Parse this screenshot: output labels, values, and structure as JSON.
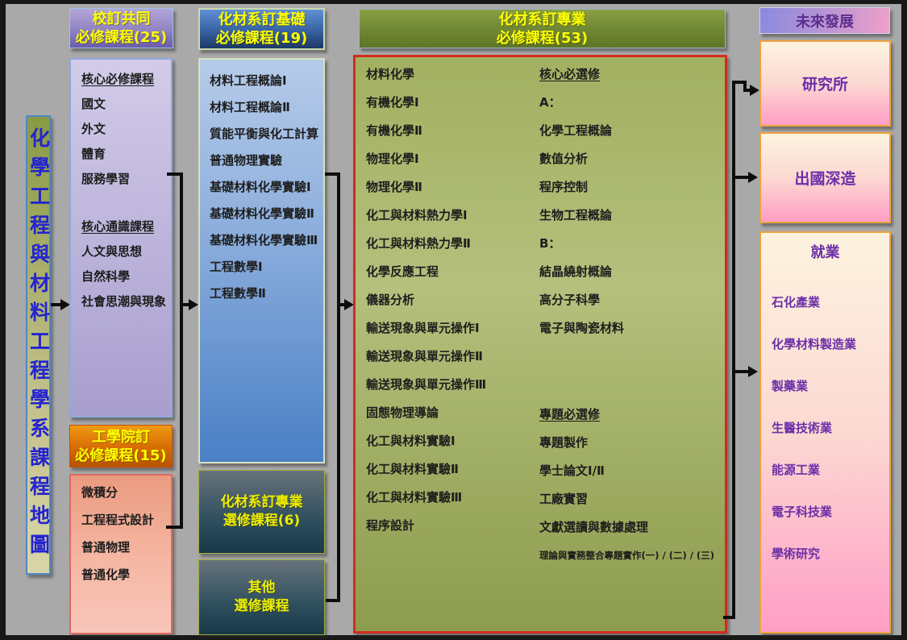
{
  "colors": {
    "background": "#a9a9a9",
    "frame": "#181818",
    "connector": "#0d0d0d",
    "professional_box_border_red": "#d42a20",
    "header_yellow_text": "#ffff00",
    "course_text": "#1d1d1d",
    "future_header_text": "#5b2d8e",
    "pink_box_text": "#6b2fa8",
    "vertical_title_text": "#2424d0"
  },
  "title_bar": {
    "text": "化學工程與材料工程學系課程地圖"
  },
  "col_common": {
    "header": {
      "line1": "校訂共同",
      "line2": "必修課程(25)"
    },
    "items": [
      {
        "t": "核心必修課程",
        "u": true
      },
      {
        "t": "國文"
      },
      {
        "t": "外文"
      },
      {
        "t": "體育"
      },
      {
        "t": "服務學習"
      },
      {
        "t": "核心通識課程",
        "u": true,
        "gap": 28
      },
      {
        "t": "人文與思想"
      },
      {
        "t": "自然科學"
      },
      {
        "t": "社會思潮與現象"
      }
    ],
    "header2": {
      "line1": "工學院訂",
      "line2": "必修課程(15)"
    },
    "items2": [
      {
        "t": "微積分"
      },
      {
        "t": "工程程式設計"
      },
      {
        "t": "普通物理"
      },
      {
        "t": "普通化學"
      }
    ]
  },
  "col_basic": {
    "header": {
      "line1": "化材系訂基礎",
      "line2": "必修課程(19)"
    },
    "items": [
      {
        "t": "材料工程概論Ⅰ"
      },
      {
        "t": "材料工程概論Ⅱ"
      },
      {
        "t": "質能平衡與化工計算"
      },
      {
        "t": "普通物理實驗"
      },
      {
        "t": "基礎材料化學實驗Ⅰ"
      },
      {
        "t": "基礎材料化學實驗Ⅱ"
      },
      {
        "t": "基礎材料化學實驗Ⅲ"
      },
      {
        "t": "工程數學Ⅰ"
      },
      {
        "t": "工程數學Ⅱ"
      }
    ],
    "professional_elective": {
      "line1": "化材系訂專業",
      "line2": "選修課程(6)"
    },
    "other_elective": {
      "line1": "其他",
      "line2": "選修課程"
    }
  },
  "col_professional": {
    "header": {
      "line1": "化材系訂專業",
      "line2": "必修課程(53)"
    },
    "left_items": [
      {
        "t": "材料化學"
      },
      {
        "t": "有機化學Ⅰ"
      },
      {
        "t": "有機化學Ⅱ"
      },
      {
        "t": "物理化學Ⅰ"
      },
      {
        "t": "物理化學Ⅱ"
      },
      {
        "t": "化工與材料熱力學Ⅰ"
      },
      {
        "t": "化工與材料熱力學Ⅱ"
      },
      {
        "t": "化學反應工程"
      },
      {
        "t": "儀器分析"
      },
      {
        "t": "輸送現象與單元操作Ⅰ"
      },
      {
        "t": "輸送現象與單元操作Ⅱ"
      },
      {
        "t": "輸送現象與單元操作Ⅲ"
      },
      {
        "t": "固態物理導論"
      },
      {
        "t": "化工與材料實驗Ⅰ"
      },
      {
        "t": "化工與材料實驗Ⅱ"
      },
      {
        "t": "化工與材料實驗Ⅲ"
      },
      {
        "t": "程序設計"
      }
    ],
    "right_items": [
      {
        "t": "核心必選修",
        "u": true
      },
      {
        "t": "A："
      },
      {
        "t": "化學工程概論"
      },
      {
        "t": "數值分析"
      },
      {
        "t": "程序控制"
      },
      {
        "t": "生物工程概論"
      },
      {
        "t": "B："
      },
      {
        "t": "結晶繞射概論"
      },
      {
        "t": "高分子科學"
      },
      {
        "t": "電子與陶瓷材料"
      },
      {
        "t": "專題必選修",
        "u": true,
        "gap": 72
      },
      {
        "t": "專題製作"
      },
      {
        "t": "學士論文Ⅰ/Ⅱ"
      },
      {
        "t": "工廠實習"
      },
      {
        "t": "文獻選讀與數據處理"
      },
      {
        "t": "理論與實務整合專題實作(一) / (二) / (三)",
        "small": true
      }
    ]
  },
  "col_future": {
    "header": "未來發展",
    "grad_school": "研究所",
    "study_abroad": "出國深造",
    "employment": {
      "title": "就業",
      "items": [
        {
          "t": "石化產業"
        },
        {
          "t": "化學材料製造業"
        },
        {
          "t": "製藥業"
        },
        {
          "t": "生醫技術業"
        },
        {
          "t": "能源工業"
        },
        {
          "t": "電子科技業"
        },
        {
          "t": "學術研究"
        }
      ]
    }
  }
}
